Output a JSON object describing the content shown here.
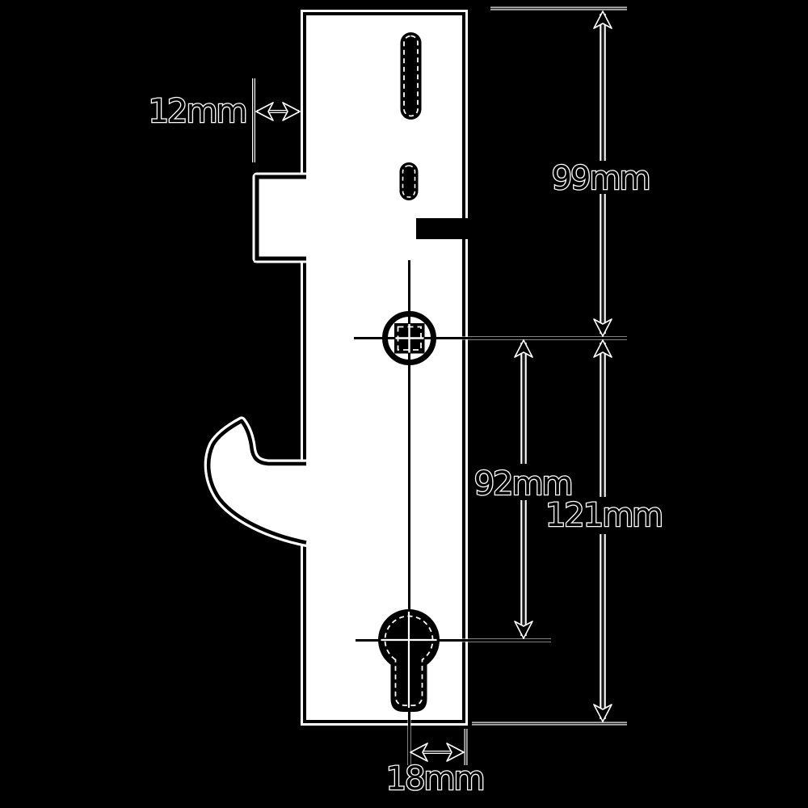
{
  "diagram": {
    "type": "technical-dimension-drawing",
    "subject": "multipoint-lock-gearbox-side-profile"
  },
  "colors": {
    "background": "#000000",
    "body_fill": "#ffffff",
    "line": "#000000",
    "dimension_halo": "#ffffff"
  },
  "labels": {
    "latch_projection": "12mm",
    "top_to_spindle": "99mm",
    "spindle_to_cylinder": "92mm",
    "spindle_to_bottom": "121mm",
    "centre_to_edge": "18mm"
  }
}
